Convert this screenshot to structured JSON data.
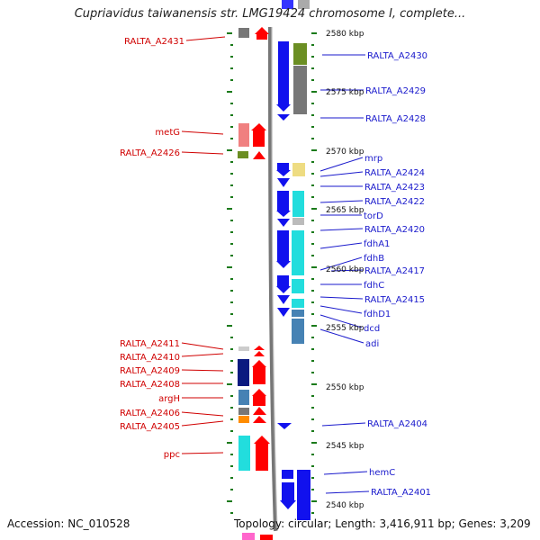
{
  "title": "Cupriavidus taiwanensis str. LMG19424 chromosome I, complete...",
  "accession": "Accession: NC_010528",
  "topology": "Topology: circular; Length: 3,416,911 bp; Genes: 3,209",
  "colors": {
    "left_label": "#d00000",
    "right_label": "#1a1acc",
    "tick": "#1a7a1a",
    "backbone": "#777777"
  },
  "ruler_labels": [
    "2580 kbp",
    "2575 kbp",
    "2570 kbp",
    "2565 kbp",
    "2560 kbp",
    "2555 kbp",
    "2550 kbp",
    "2545 kbp",
    "2540 kbp"
  ],
  "left_genes": [
    "RALTA_A2431",
    "metG",
    "RALTA_A2426",
    "RALTA_A2411",
    "RALTA_A2410",
    "RALTA_A2409",
    "RALTA_A2408",
    "argH",
    "RALTA_A2406",
    "RALTA_A2405",
    "ppc"
  ],
  "right_genes": [
    "RALTA_A2430",
    "RALTA_A2429",
    "RALTA_A2428",
    "mrp",
    "RALTA_A2424",
    "RALTA_A2423",
    "RALTA_A2422",
    "torD",
    "RALTA_A2420",
    "fdhA1",
    "fdhB",
    "RALTA_A2417",
    "fdhC",
    "RALTA_A2415",
    "fdhD1",
    "dcd",
    "adi",
    "RALTA_A2404",
    "hemC",
    "RALTA_A2401"
  ]
}
